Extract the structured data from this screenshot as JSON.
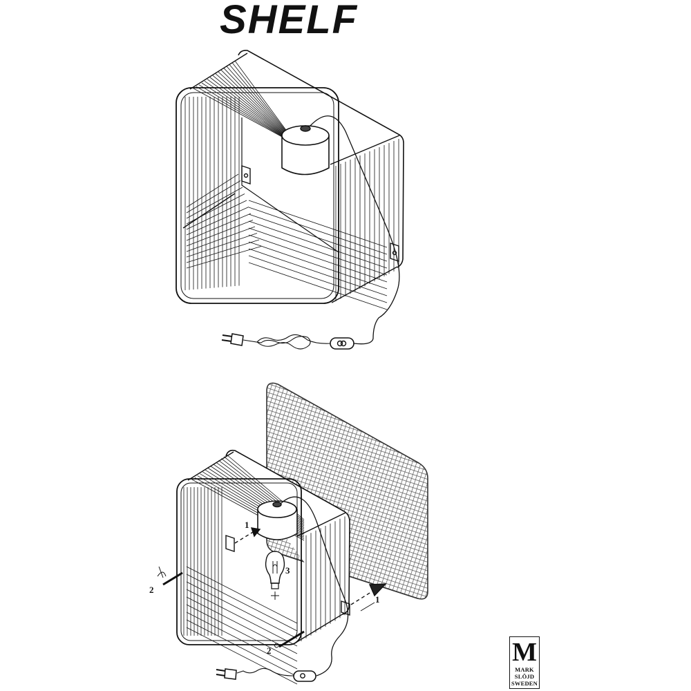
{
  "title": "SHELF",
  "labels": {
    "step_1_left": "1",
    "step_1_right": "1",
    "step_2_left": "2",
    "step_2_bottom": "2",
    "step_3": "3"
  },
  "logo": {
    "letter": "M",
    "line1": "MARK",
    "line2": "SLÖJD",
    "line3": "SWEDEN"
  },
  "colors": {
    "ink": "#111111",
    "wall": "#6d6d6d"
  }
}
